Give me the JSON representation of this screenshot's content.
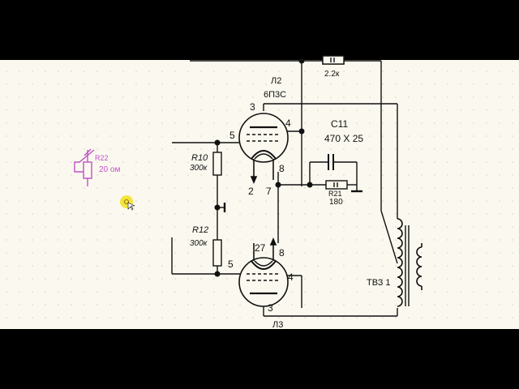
{
  "colors": {
    "background": "#000000",
    "paper": "#fbf9ef",
    "grid_dot": "#d4d2c2",
    "ink": "#111111",
    "magenta": "#c050c8",
    "cursor": "#f2e21a"
  },
  "labels": {
    "l2": "Л2",
    "l2_type": "6П3С",
    "l3": "Л3",
    "c11": "C11",
    "c11_value": "470 X 25",
    "r21": "R21",
    "r21_value": "180",
    "r10": "R10",
    "r10_value": "300к",
    "r12": "R12",
    "r12_value": "300к",
    "top_resistor_value": "2.2к",
    "r22": "R22",
    "r22_value": "20 ом",
    "tv3": "ТВЗ 1",
    "l2_pins": {
      "p3": "3",
      "p4": "4",
      "p5": "5",
      "p7": "7",
      "p8": "8",
      "p2": "2"
    },
    "l3_pins": {
      "p27": "27",
      "p8": "8",
      "p5": "5",
      "p4": "4",
      "p3": "3"
    }
  },
  "icons": {
    "cursor": "mouse-cursor-icon"
  }
}
